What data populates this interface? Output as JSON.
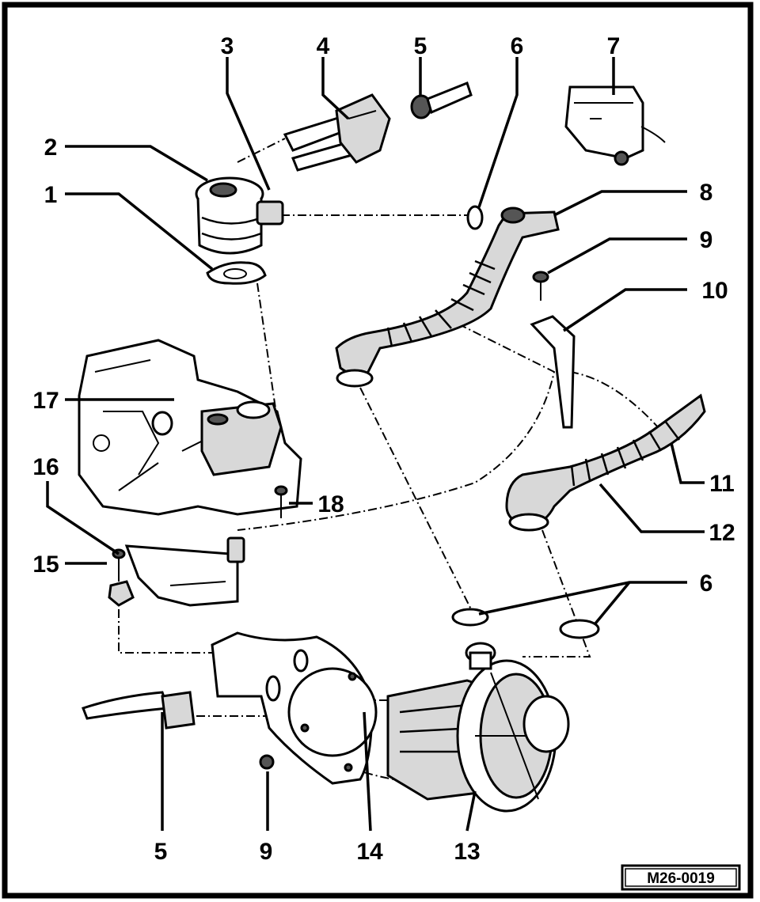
{
  "diagram": {
    "callouts": [
      "1",
      "2",
      "3",
      "4",
      "5",
      "6",
      "7",
      "8",
      "9",
      "10",
      "11",
      "12",
      "6",
      "5",
      "9",
      "14",
      "13",
      "15",
      "16",
      "17",
      "18"
    ],
    "reference_code": "M26-0019"
  }
}
